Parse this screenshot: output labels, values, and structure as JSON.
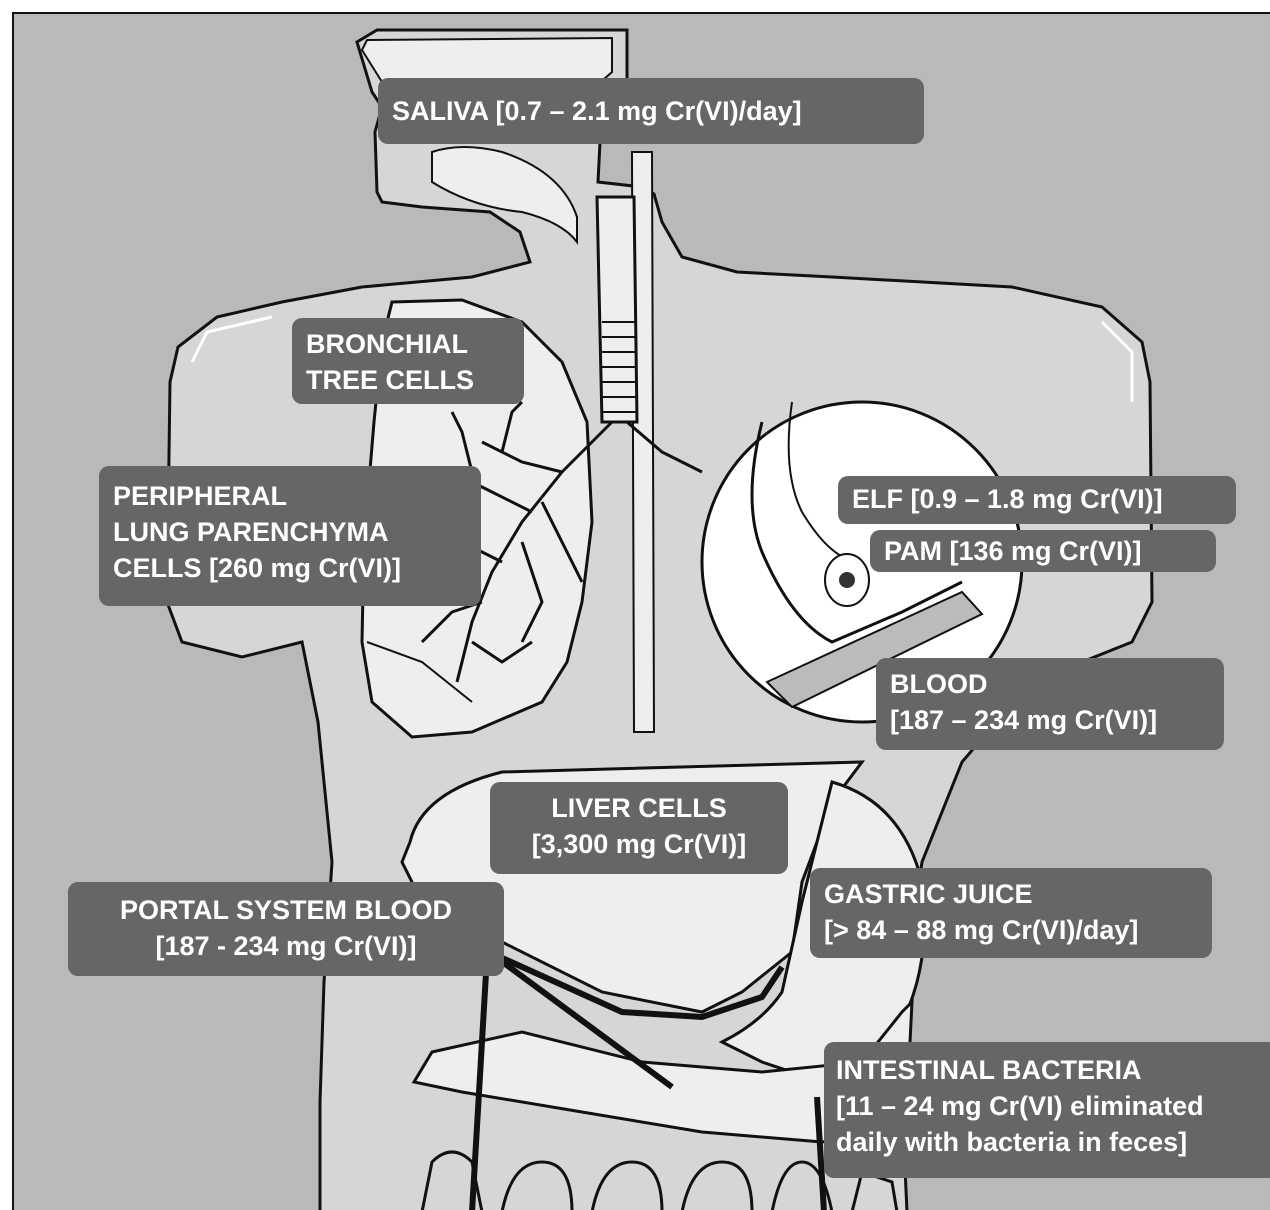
{
  "labels": {
    "saliva": "SALIVA [0.7 – 2.1 mg Cr(VI)/day]",
    "bronchial": "BRONCHIAL\nTREE CELLS",
    "peripheral": "PERIPHERAL\nLUNG PARENCHYMA\nCELLS [260 mg Cr(VI)]",
    "elf": "ELF [0.9 – 1.8 mg Cr(VI)]",
    "pam": "PAM [136 mg Cr(VI)]",
    "blood": "BLOOD\n[187 – 234 mg Cr(VI)]",
    "liver": "LIVER CELLS\n[3,300 mg Cr(VI)]",
    "gastric": "GASTRIC JUICE\n[> 84 – 88 mg Cr(VI)/day]",
    "portal": "PORTAL SYSTEM BLOOD\n[187 - 234 mg Cr(VI)]",
    "intestinal": "INTESTINAL BACTERIA\n[11 – 24 mg Cr(VI) eliminated\ndaily with bacteria in feces]"
  },
  "colors": {
    "background": "#b9b9b9",
    "body_fill": "#d6d6d6",
    "organ_fill": "#eeeeee",
    "label_fill": "#666666",
    "label_text": "#ffffff",
    "outline": "#111111"
  }
}
